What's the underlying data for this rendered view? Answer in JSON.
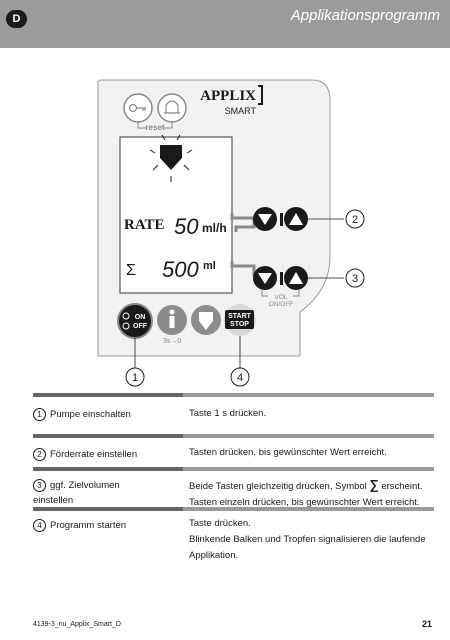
{
  "header": {
    "lang": "D",
    "title": "Applikationsprogramm"
  },
  "device": {
    "brand": "APPLIX",
    "model": "SMART",
    "reset_label": "reset",
    "display": {
      "rate_label": "RATE",
      "rate_value": "50",
      "rate_unit": "ml/h",
      "sum_symbol": "Σ",
      "volume_value": "500",
      "volume_unit": "ml"
    },
    "vol_label": "VOL",
    "vol_sub": "ON/OFF",
    "on_off_top": "ON",
    "on_off_bottom": "OFF",
    "info_label": "3s→0",
    "start_top": "START",
    "start_bottom": "STOP",
    "callouts": [
      "1",
      "2",
      "3",
      "4"
    ]
  },
  "steps": [
    {
      "num": "1",
      "label": "Pumpe einschalten",
      "desc": [
        "Taste 1 s drücken."
      ]
    },
    {
      "num": "2",
      "label": "Förderrate einstellen",
      "desc": [
        "Tasten drücken, bis gewünschter Wert erreicht."
      ]
    },
    {
      "num": "3",
      "label_line1": "ggf. Zielvolumen",
      "label_line2": "einstellen",
      "desc_a": "Beide Tasten gleichzeitig drücken, Symbol",
      "desc_sym": "∑",
      "desc_b": "erscheint.",
      "desc2": "Tasten einzeln drücken, bis gewünschter Wert erreicht."
    },
    {
      "num": "4",
      "label": "Programm starten",
      "desc": [
        "Taste drücken.",
        "Blinkende Balken und Tropfen signalisieren die laufende",
        "Applikation."
      ]
    }
  ],
  "footer": {
    "doc_id": "4139-3_nu_Applix_Smart_D",
    "page": "21"
  }
}
